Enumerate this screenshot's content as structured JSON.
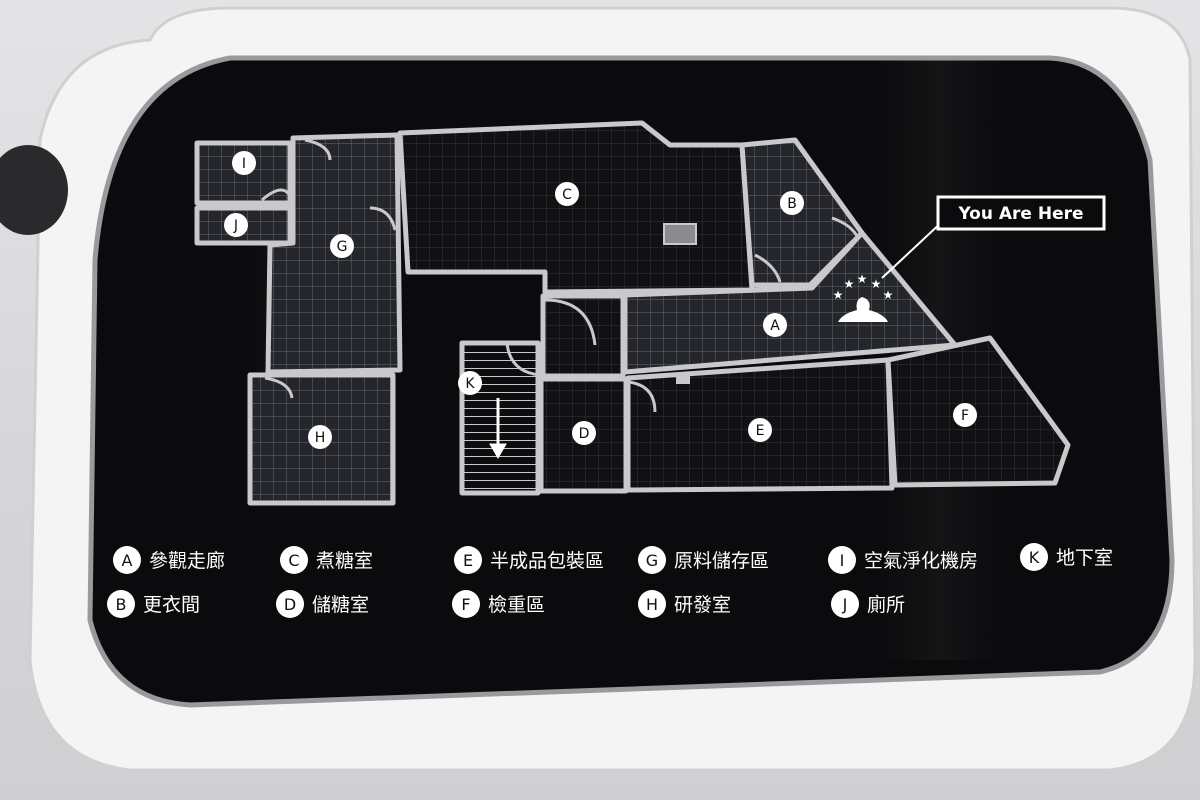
{
  "you_are_here": "You Are Here",
  "rooms": [
    {
      "id": "A",
      "letter": "A"
    },
    {
      "id": "B",
      "letter": "B"
    },
    {
      "id": "C",
      "letter": "C"
    },
    {
      "id": "D",
      "letter": "D"
    },
    {
      "id": "E",
      "letter": "E"
    },
    {
      "id": "F",
      "letter": "F"
    },
    {
      "id": "G",
      "letter": "G"
    },
    {
      "id": "H",
      "letter": "H"
    },
    {
      "id": "I",
      "letter": "I"
    },
    {
      "id": "J",
      "letter": "J"
    },
    {
      "id": "K",
      "letter": "K"
    }
  ],
  "legend": [
    {
      "letter": "A",
      "text": "參觀走廊"
    },
    {
      "letter": "B",
      "text": "更衣間"
    },
    {
      "letter": "C",
      "text": "煮糖室"
    },
    {
      "letter": "D",
      "text": "儲糖室"
    },
    {
      "letter": "E",
      "text": "半成品包裝區"
    },
    {
      "letter": "F",
      "text": "檢重區"
    },
    {
      "letter": "G",
      "text": "原料儲存區"
    },
    {
      "letter": "H",
      "text": "研發室"
    },
    {
      "letter": "I",
      "text": "空氣淨化機房"
    },
    {
      "letter": "J",
      "text": "廁所"
    },
    {
      "letter": "K",
      "text": "地下室"
    }
  ],
  "colors": {
    "panel": "#0b0b0d",
    "frame": "#f2f2f3",
    "wall": "#c9c9cc",
    "grid": "#5d6068",
    "text": "#ffffff"
  }
}
